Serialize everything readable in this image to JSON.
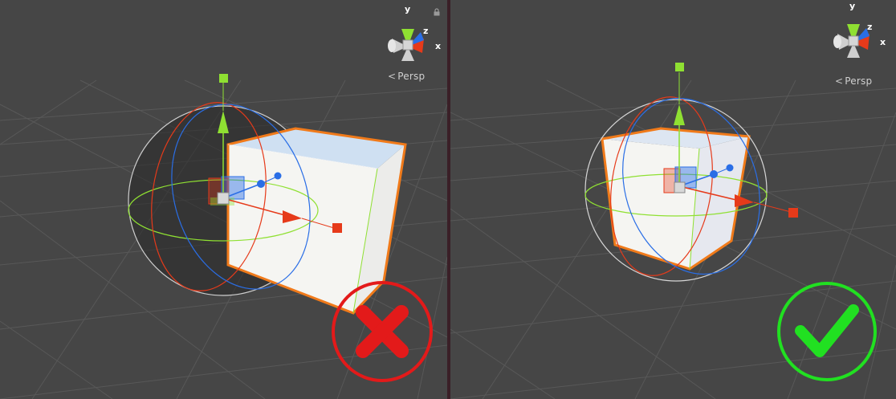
{
  "left_viewport": {
    "camera_mode": "Persp",
    "gizmo_axes": {
      "x": "x",
      "y": "y",
      "z": "z"
    },
    "verdict_icon": "red-x-icon",
    "verdict_color": "#e31a1a"
  },
  "right_viewport": {
    "camera_mode": "Persp",
    "gizmo_axes": {
      "x": "x",
      "y": "y",
      "z": "z"
    },
    "verdict_icon": "green-check-icon",
    "verdict_color": "#21e021"
  },
  "colors": {
    "background": "#464646",
    "grid": "#5a5a5a",
    "selection_outline": "#f07a1a",
    "x_axis": "#e63a1a",
    "y_axis": "#8fe032",
    "z_axis": "#2a6ee6",
    "divider": "#3a1f27"
  }
}
